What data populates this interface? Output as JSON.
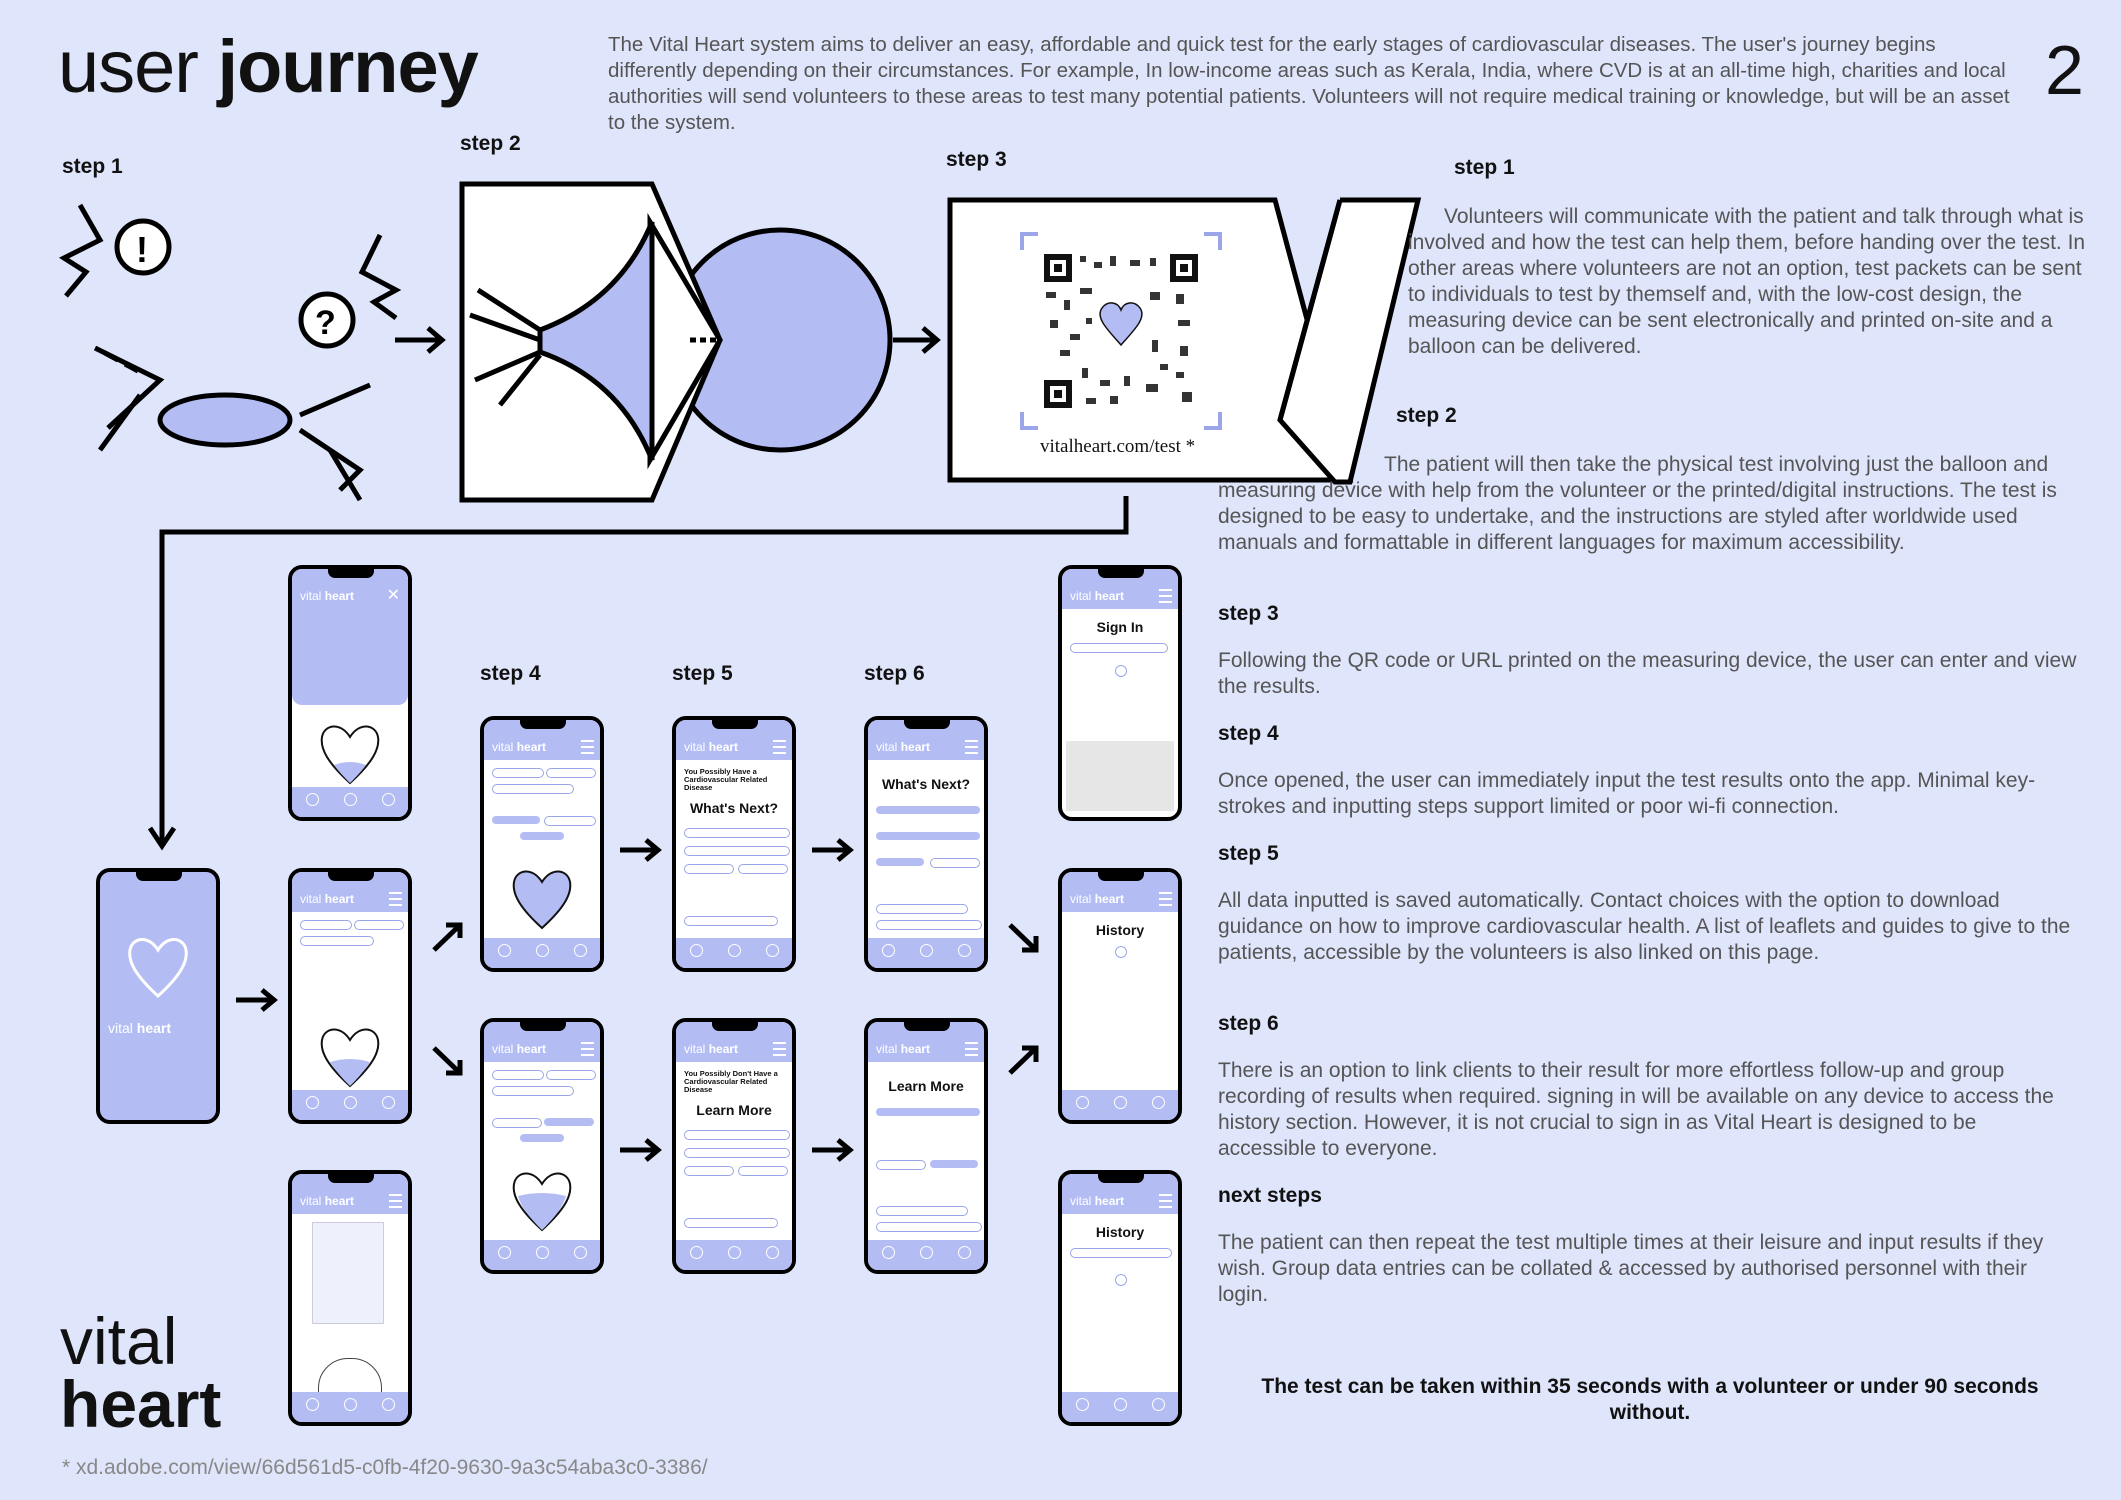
{
  "header": {
    "title_light": "user",
    "title_bold": "journey",
    "page_number": "2",
    "intro": "The Vital Heart system aims to deliver an easy, affordable and quick test for the early stages of cardiovascular diseases. The user's journey begins differently depending on their circumstances. For example, In low-income areas such as Kerala, India, where CVD is at an all-time high, charities and local authorities will send volunteers to these areas to test many potential patients. Volunteers will not require medical training or knowledge, but will be an asset to the system."
  },
  "diagram": {
    "step1": "step 1",
    "step2": "step 2",
    "step3": "step 3",
    "step4": "step 4",
    "step5": "step 5",
    "step6": "step 6",
    "url": "vitalheart.com/test *"
  },
  "phones": {
    "logo_light": "vital",
    "logo_bold": "heart",
    "sign_in": "Sign In",
    "history": "History",
    "whats_next": "What's Next?",
    "learn_more": "Learn More",
    "have_cvd": "You Possibly Have a Cardiovascular Related Disease",
    "no_cvd": "You Possibly Don't Have a Cardiovascular Related Disease"
  },
  "explanations": [
    {
      "heading": "step 1",
      "text": "Volunteers will communicate with the patient and talk through what is involved and how the test can help them, before handing over the test. In other areas where volunteers are not an option, test packets can be sent to individuals to test by themself and, with the low-cost design, the measuring device can be sent electronically and printed on-site and a balloon can be delivered."
    },
    {
      "heading": "step 2",
      "text": "The patient will then take the physical test involving just the balloon and measuring device with help from the volunteer or the printed/digital instructions. The test is designed to be easy to undertake, and the instructions are styled after worldwide used manuals and formattable in different languages for maximum accessibility."
    },
    {
      "heading": "step 3",
      "text": "Following the QR code or URL printed on the measuring device, the user can enter and view the results."
    },
    {
      "heading": "step 4",
      "text": "Once opened, the user can immediately input the test results onto the app. Minimal key-strokes and inputting steps support limited or poor wi-fi connection."
    },
    {
      "heading": "step 5",
      "text": "All data inputted is saved automatically.  Contact choices with the option to download guidance on how to  improve cardiovascular health. A list of leaflets and guides to give to the patients, accessible by the volunteers is also linked on this page."
    },
    {
      "heading": "step 6",
      "text": "There is an option to link clients  to their result for more effortless follow-up and group recording of results when required. signing in will be available on any device to access the history section. However, it is not crucial to sign in as Vital Heart is designed to be accessible to everyone."
    },
    {
      "heading": "next steps",
      "text": "The patient can then repeat the test multiple times at their leisure and input results if they wish. Group data entries can be collated & accessed by authorised personnel with their login."
    }
  ],
  "summary": "The test can be taken within 35 seconds with a volunteer or under 90 seconds without.",
  "brand": {
    "light": "vital",
    "bold": "heart"
  },
  "footnote": "* xd.adobe.com/view/66d561d5-c0fb-4f20-9630-9a3c54aba3c0-3386/",
  "colors": {
    "background": "#dfe5fb",
    "accent": "#b3bdf4"
  }
}
